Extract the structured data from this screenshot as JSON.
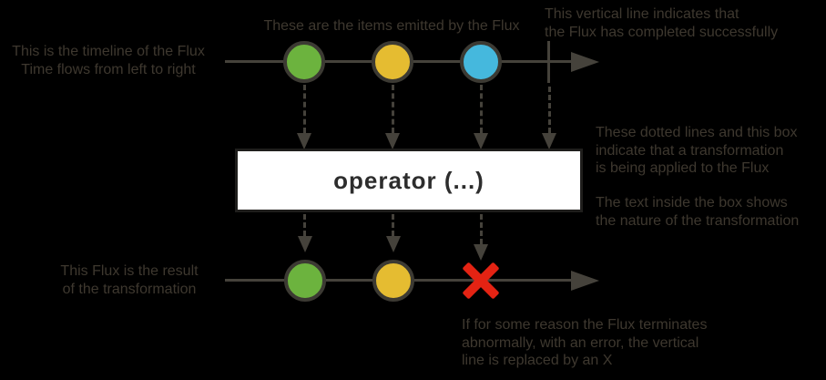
{
  "diagram": {
    "operator_label": "operator (...)",
    "annotations": {
      "timeline": "This is the timeline of the Flux\nTime flows from left to right",
      "items": "These are the items emitted by the Flux",
      "complete": "This vertical line indicates that\nthe Flux has completed successfully",
      "transform": "These dotted lines and this box\nindicate that a transformation\nis being applied to the Flux",
      "transform_text": "The text inside the box shows\nthe nature of the transformation",
      "result": "This Flux is the result\nof the transformation",
      "error": "If for some reason the Flux terminates\nabnormally, with an error, the vertical\nline is replaced by an X"
    },
    "source_flux": {
      "items": [
        "green",
        "yellow",
        "blue"
      ],
      "terminal": "complete"
    },
    "result_flux": {
      "items": [
        "green",
        "yellow"
      ],
      "terminal": "error"
    },
    "colors": {
      "background": "#000000",
      "annotation_text": "#3e382f",
      "line": "#45423b",
      "circle_stroke": "#3c3a33",
      "item_green": "#6cb33e",
      "item_yellow": "#e5bc31",
      "item_blue": "#45b8dd",
      "error_x": "#e42313",
      "operator_box_bg": "#ffffff",
      "operator_box_border": "#1f1e1c",
      "operator_text": "#2d2d2d"
    }
  }
}
